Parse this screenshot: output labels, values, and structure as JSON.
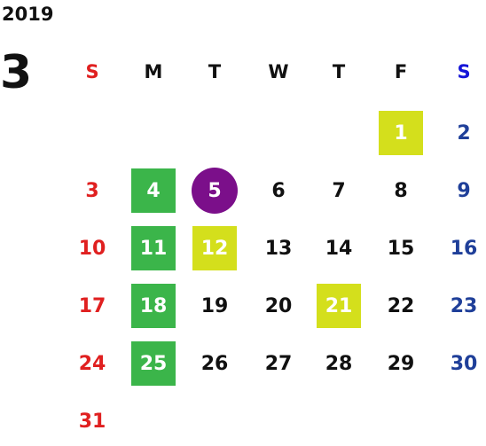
{
  "year": "2019",
  "month": "3",
  "weekdays": [
    "S",
    "M",
    "T",
    "W",
    "T",
    "F",
    "S"
  ],
  "weeks": [
    [
      "",
      "",
      "",
      "",
      "",
      "1",
      "2"
    ],
    [
      "3",
      "4",
      "5",
      "6",
      "7",
      "8",
      "9"
    ],
    [
      "10",
      "11",
      "12",
      "13",
      "14",
      "15",
      "16"
    ],
    [
      "17",
      "18",
      "19",
      "20",
      "21",
      "22",
      "23"
    ],
    [
      "24",
      "25",
      "26",
      "27",
      "28",
      "29",
      "30"
    ],
    [
      "31",
      "",
      "",
      "",
      "",
      "",
      ""
    ]
  ],
  "highlights": {
    "today": "5",
    "green": [
      "4",
      "11",
      "18",
      "25"
    ],
    "yellow": [
      "1",
      "12",
      "21"
    ]
  },
  "colors": {
    "sunday": "#e02020",
    "saturday": "#1f3f99",
    "saturday_header": "#1515d8",
    "green": "#3bb54a",
    "yellow": "#d4df1c",
    "today": "#7b0f8a"
  }
}
